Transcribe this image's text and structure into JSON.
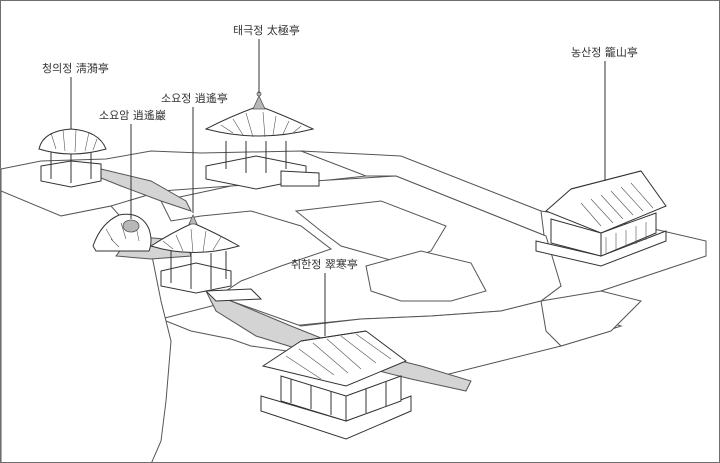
{
  "labels": {
    "taegeukjeong": "태극정 太極亭",
    "cheonguijeong": "청의정 淸漪亭",
    "soyojeong": "소요정 逍遙亭",
    "soyoam": "소요암 逍遙巖",
    "nongsanjeong": "농산정 籠山亭",
    "chwihanjeong": "취한정 翠寒亭"
  },
  "colors": {
    "line": "#333333",
    "water": "#d4d4d4",
    "background": "#ffffff"
  }
}
